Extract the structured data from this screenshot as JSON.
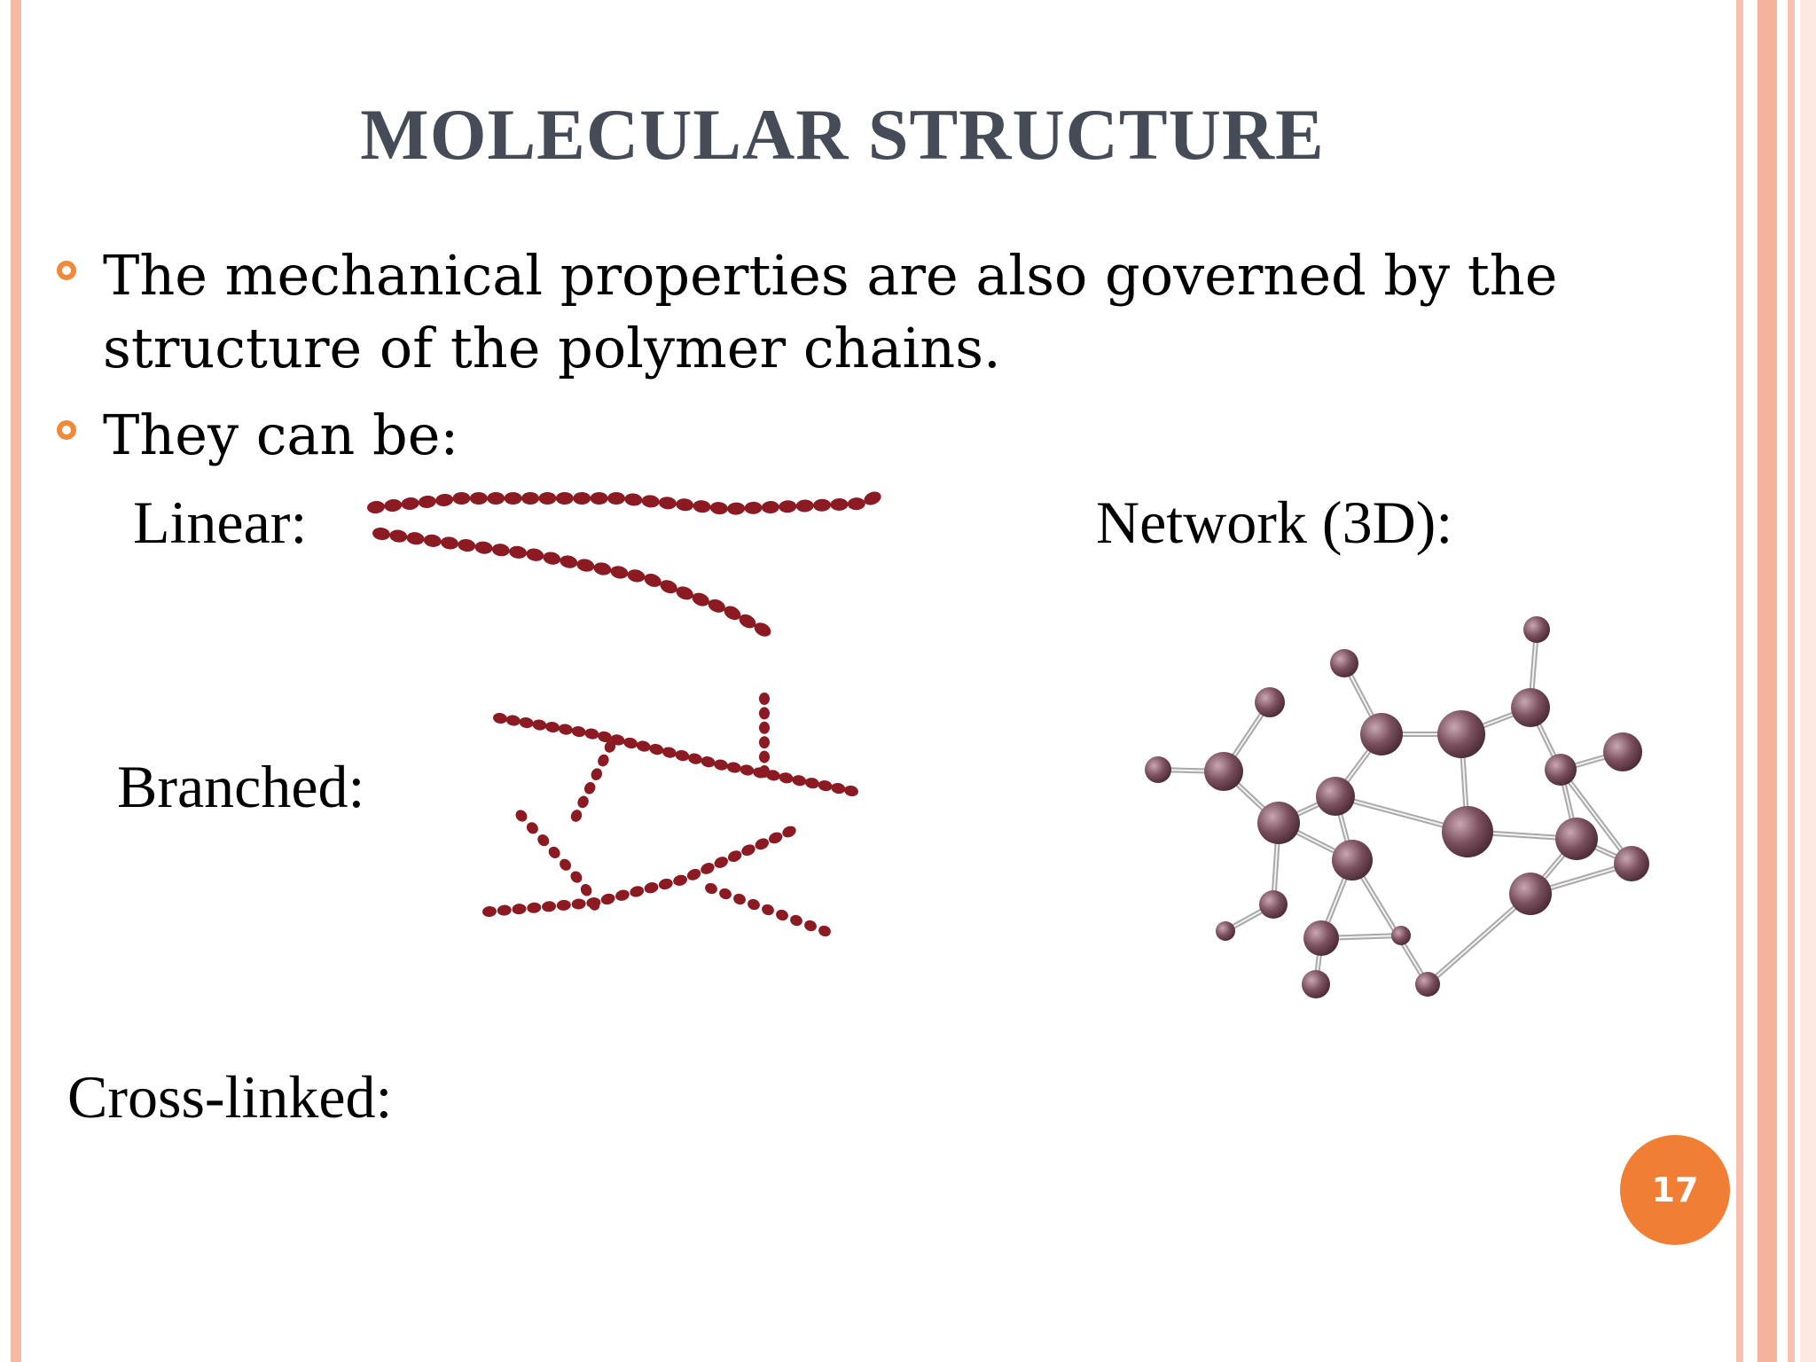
{
  "slide": {
    "title": "MOLECULAR STRUCTURE",
    "bullets": [
      {
        "line1": "The mechanical properties are also governed by the",
        "line2": "structure of the polymer chains."
      },
      {
        "line1": "They can be:"
      }
    ],
    "labels": {
      "linear": "Linear:",
      "branched": "Branched:",
      "cross_linked": "Cross-linked:",
      "network": "Network (3D):"
    },
    "page_number": "17"
  },
  "colors": {
    "accent": "#f08a3b",
    "title": "#454b57",
    "bead": "#8b1a22",
    "atom": "#7a4f5e"
  }
}
